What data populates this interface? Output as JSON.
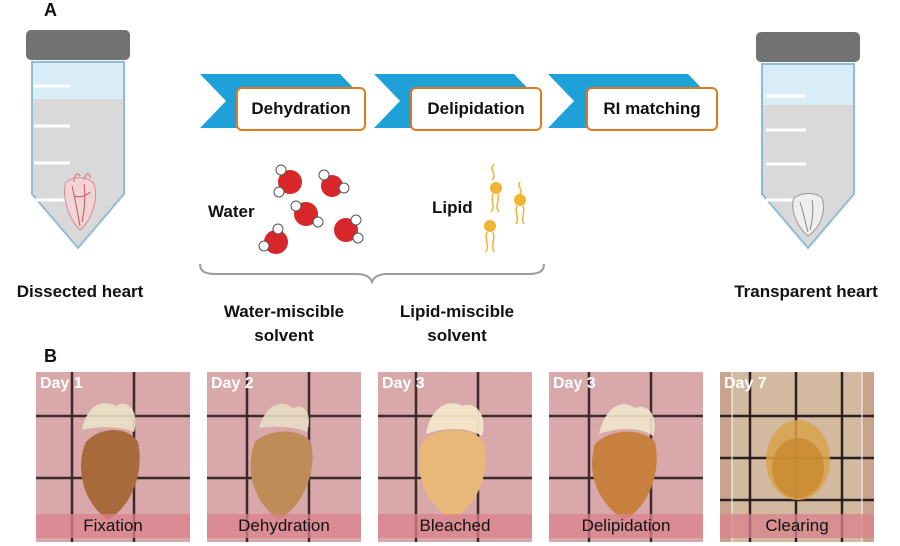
{
  "panel_a": {
    "letter": "A",
    "left_tube_label": "Dissected heart",
    "right_tube_label": "Transparent heart",
    "steps": [
      "Dehydration",
      "Delipidation",
      "RI matching"
    ],
    "water_label": "Water",
    "lipid_label": "Lipid",
    "solvent_1": [
      "Water-miscible",
      "solvent"
    ],
    "solvent_2": [
      "Lipid-miscible",
      "solvent"
    ]
  },
  "panel_b": {
    "letter": "B",
    "photos": [
      {
        "day": "Day 1",
        "stage": "Fixation"
      },
      {
        "day": "Day 2",
        "stage": "Dehydration"
      },
      {
        "day": "Day 3",
        "stage": "Bleached"
      },
      {
        "day": "Day 3",
        "stage": "Delipidation"
      },
      {
        "day": "Day 7",
        "stage": "Clearing"
      }
    ]
  },
  "colors": {
    "arrow_blue": "#1da1d8",
    "box_orange": "#e07a1f",
    "water_red": "#d8262a",
    "lipid_yellow": "#f2b531",
    "photo_pink": "#d8a8aa"
  }
}
